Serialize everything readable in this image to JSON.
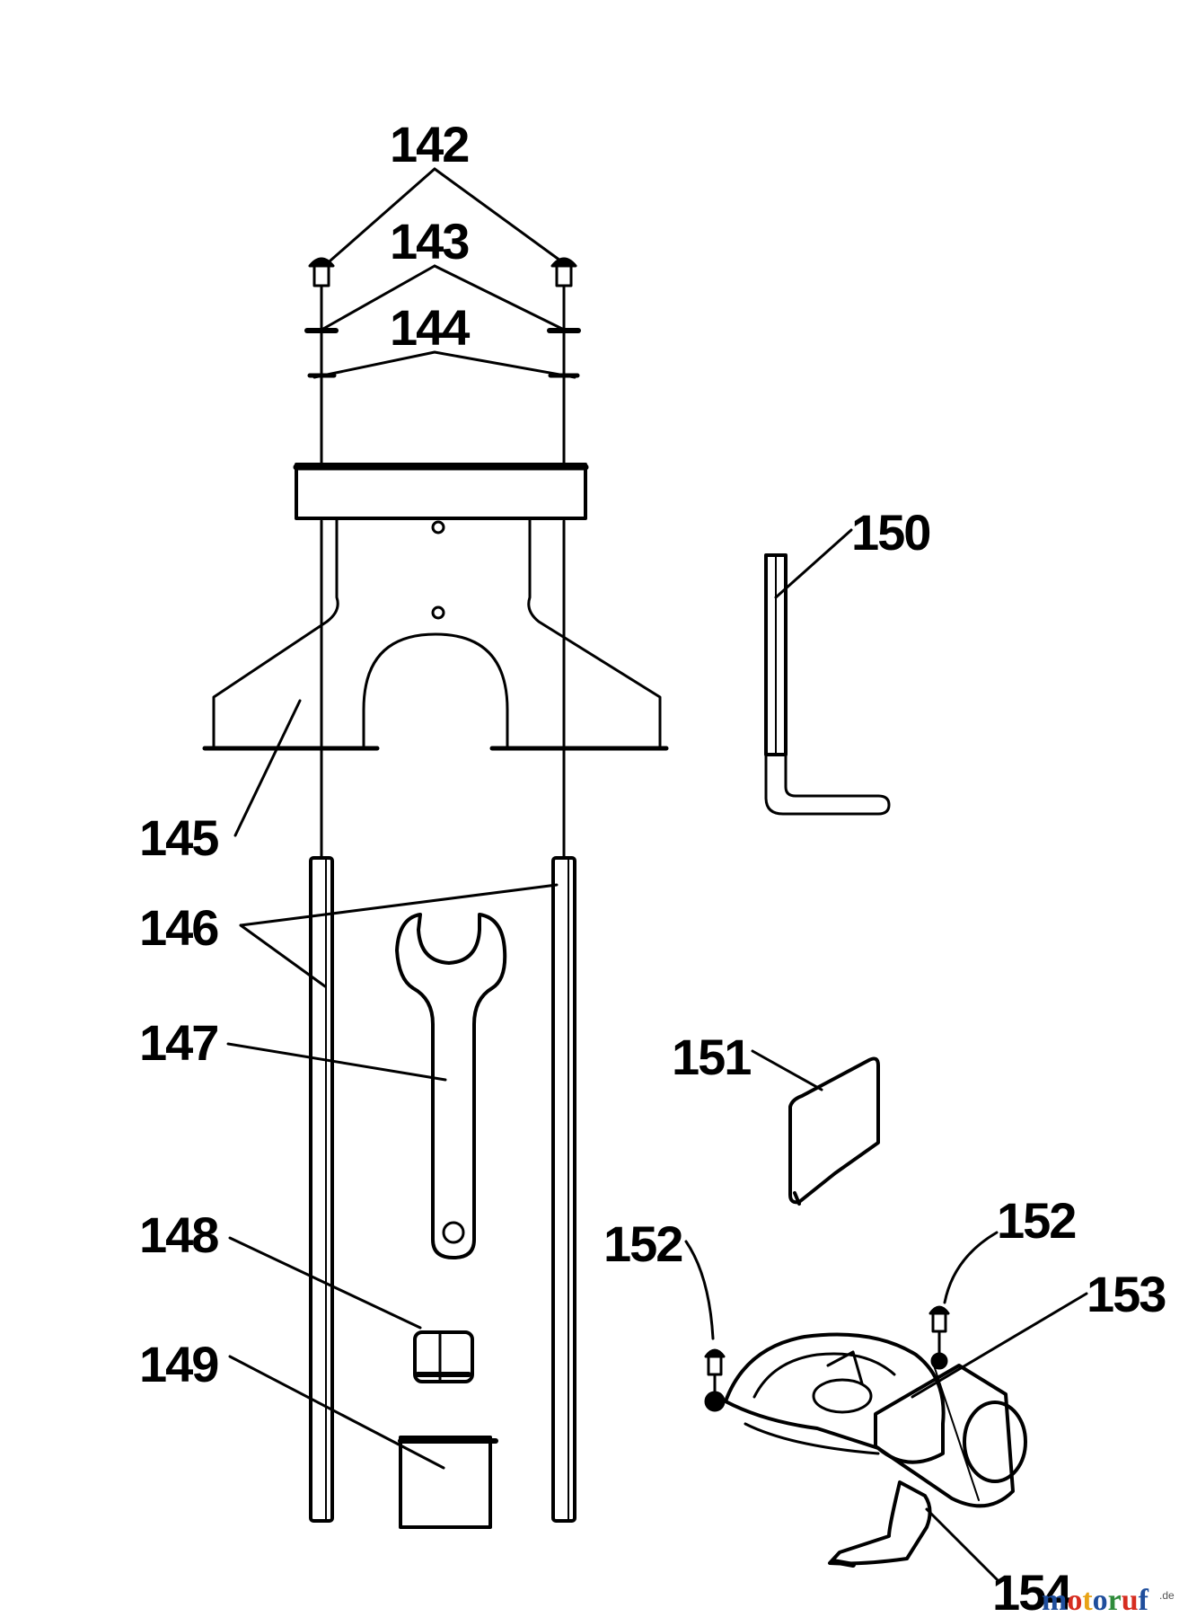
{
  "diagram": {
    "callouts": [
      "142",
      "143",
      "144",
      "145",
      "146",
      "147",
      "148",
      "149",
      "150",
      "151",
      "152",
      "152",
      "153",
      "154"
    ]
  },
  "watermark": {
    "letters": [
      "m",
      "o",
      "t",
      "o",
      "r",
      "u",
      "f"
    ],
    "letter_colors": [
      "#1f4e9c",
      "#d62d20",
      "#e8a317",
      "#1f4e9c",
      "#2e8b3a",
      "#d62d20",
      "#1f4e9c"
    ],
    "suffix": ".de"
  }
}
